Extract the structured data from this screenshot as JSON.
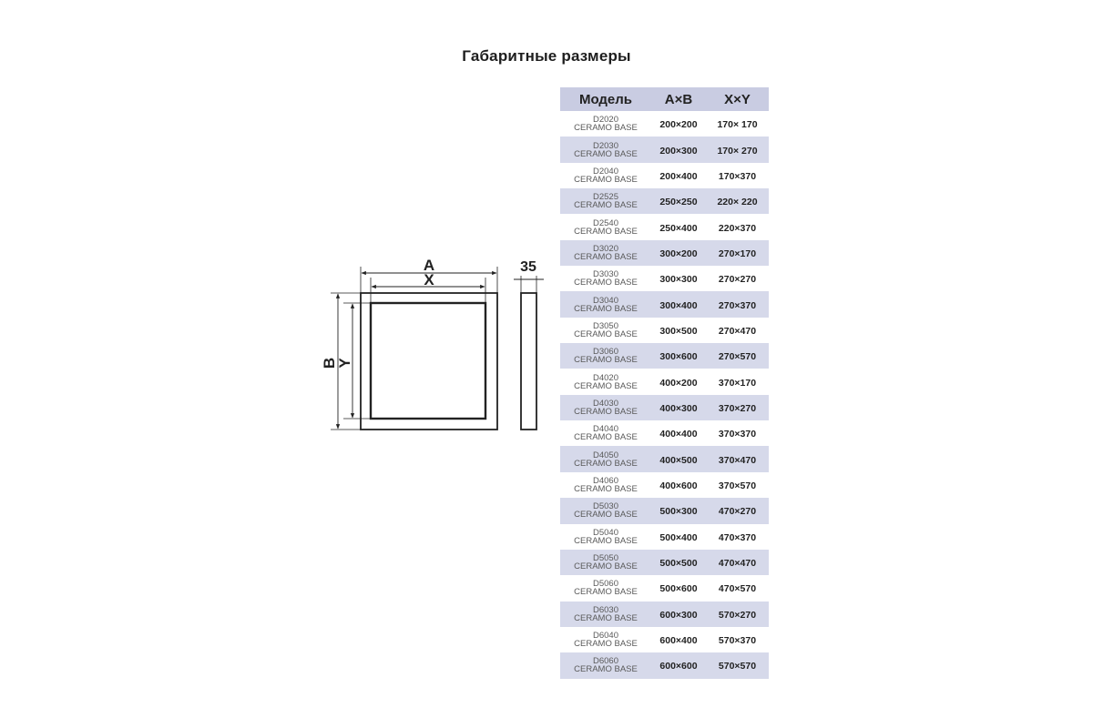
{
  "title": "Габаритные размеры",
  "drawing": {
    "label_a": "A",
    "label_x": "X",
    "label_b": "B",
    "label_y": "Y",
    "label_depth": "35"
  },
  "table": {
    "headers": [
      "Модель",
      "A×B",
      "X×Y"
    ],
    "series_name": "CERAMO BASE",
    "rows": [
      {
        "model": "D2020",
        "ab": "200×200",
        "xy": "170× 170"
      },
      {
        "model": "D2030",
        "ab": "200×300",
        "xy": "170× 270"
      },
      {
        "model": "D2040",
        "ab": "200×400",
        "xy": "170×370"
      },
      {
        "model": "D2525",
        "ab": "250×250",
        "xy": "220× 220"
      },
      {
        "model": "D2540",
        "ab": "250×400",
        "xy": "220×370"
      },
      {
        "model": "D3020",
        "ab": "300×200",
        "xy": "270×170"
      },
      {
        "model": "D3030",
        "ab": "300×300",
        "xy": "270×270"
      },
      {
        "model": "D3040",
        "ab": "300×400",
        "xy": "270×370"
      },
      {
        "model": "D3050",
        "ab": "300×500",
        "xy": "270×470"
      },
      {
        "model": "D3060",
        "ab": "300×600",
        "xy": "270×570"
      },
      {
        "model": "D4020",
        "ab": "400×200",
        "xy": "370×170"
      },
      {
        "model": "D4030",
        "ab": "400×300",
        "xy": "370×270"
      },
      {
        "model": "D4040",
        "ab": "400×400",
        "xy": "370×370"
      },
      {
        "model": "D4050",
        "ab": "400×500",
        "xy": "370×470"
      },
      {
        "model": "D4060",
        "ab": "400×600",
        "xy": "370×570"
      },
      {
        "model": "D5030",
        "ab": "500×300",
        "xy": "470×270"
      },
      {
        "model": "D5040",
        "ab": "500×400",
        "xy": "470×370"
      },
      {
        "model": "D5050",
        "ab": "500×500",
        "xy": "470×470"
      },
      {
        "model": "D5060",
        "ab": "500×600",
        "xy": "470×570"
      },
      {
        "model": "D6030",
        "ab": "600×300",
        "xy": "570×270"
      },
      {
        "model": "D6040",
        "ab": "600×400",
        "xy": "570×370"
      },
      {
        "model": "D6060",
        "ab": "600×600",
        "xy": "570×570"
      }
    ]
  }
}
